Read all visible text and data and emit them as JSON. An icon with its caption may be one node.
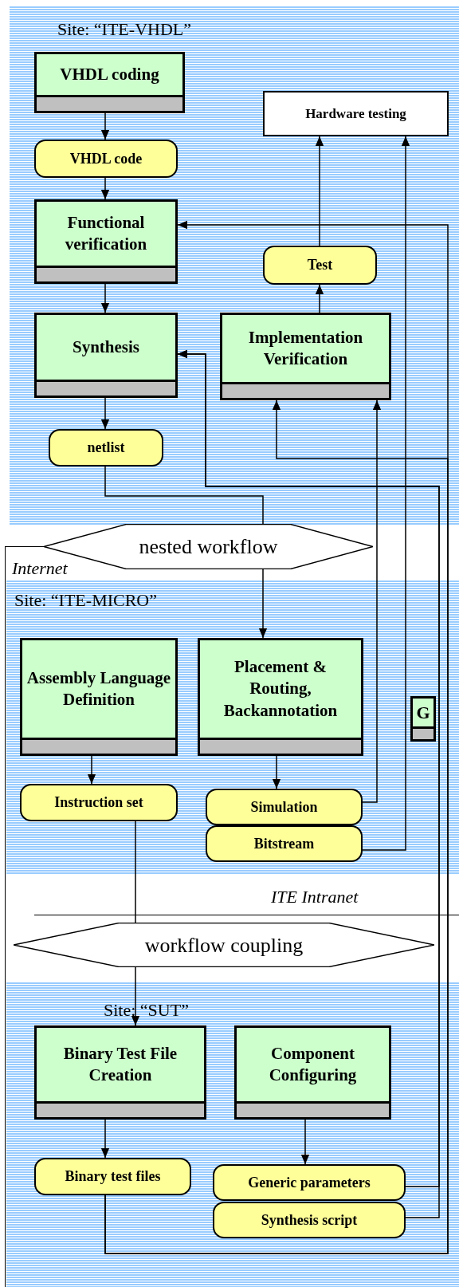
{
  "diagram": {
    "nodes": [
      {
        "text": [
          "VHDL coding"
        ]
      },
      {
        "text": [
          "Hardware testing"
        ]
      },
      {
        "text": [
          "VHDL code"
        ]
      },
      {
        "text": [
          "Functional verification"
        ]
      },
      {
        "text": [
          "Test"
        ]
      },
      {
        "text": [
          "Synthesis"
        ]
      },
      {
        "text": [
          "Implementation Verification"
        ]
      },
      {
        "text": [
          "netlist"
        ]
      },
      {
        "text": [
          "nested workflow"
        ]
      },
      {
        "text": [
          "Assembly Language Definition"
        ]
      },
      {
        "text": [
          "Placement & Routing, Backannotation"
        ]
      },
      {
        "text": [
          "G"
        ]
      },
      {
        "text": [
          "Instruction set"
        ]
      },
      {
        "text": [
          "Simulation"
        ]
      },
      {
        "text": [
          "Bitstream"
        ]
      },
      {
        "text": [
          "workflow coupling"
        ]
      },
      {
        "text": [
          "Binary Test File Creation"
        ]
      },
      {
        "text": [
          "Component Configuring"
        ]
      },
      {
        "text": [
          "Binary test files"
        ]
      },
      {
        "text": [
          "Generic parameters"
        ]
      },
      {
        "text": [
          "Synthesis script"
        ]
      }
    ],
    "edges": [
      {
        "from": 0,
        "to": 2,
        "arrow": "to"
      },
      {
        "from": 2,
        "to": 3,
        "arrow": "to"
      },
      {
        "from": 3,
        "to": 5,
        "arrow": "to"
      },
      {
        "from": 5,
        "to": 7,
        "arrow": "to"
      },
      {
        "from": 6,
        "to": 4,
        "arrow": "to"
      },
      {
        "from": 4,
        "to": 1,
        "arrow": "to"
      },
      {
        "from": 7,
        "to": 8,
        "arrow": "none"
      },
      {
        "from": 14,
        "to": 1,
        "arrow": "to"
      },
      {
        "from": 13,
        "to": 6,
        "arrow": "to"
      },
      {
        "from": 18,
        "to": 3,
        "arrow": "to"
      },
      {
        "from": 18,
        "to": 6,
        "arrow": "to"
      },
      {
        "from": 19,
        "to": 5,
        "arrow": "to"
      },
      {
        "from": 20,
        "to": 5,
        "arrow": "to"
      },
      {
        "from": 9,
        "to": 12,
        "arrow": "to"
      },
      {
        "from": 10,
        "to": 13,
        "arrow": "to"
      },
      {
        "from": 12,
        "to": 15,
        "arrow": "none"
      },
      {
        "from": 16,
        "to": 18,
        "arrow": "to"
      },
      {
        "from": 17,
        "to": 19,
        "arrow": "to"
      },
      {
        "from": 8,
        "to": 10,
        "arrow": "to"
      },
      {
        "from": 15,
        "to": 16,
        "arrow": "to"
      }
    ],
    "labels": [
      "Site: “ITE-VHDL”",
      "Internet",
      "Site: “ITE-MICRO”",
      "ITE Intranet",
      "Site: “SUT”"
    ]
  }
}
